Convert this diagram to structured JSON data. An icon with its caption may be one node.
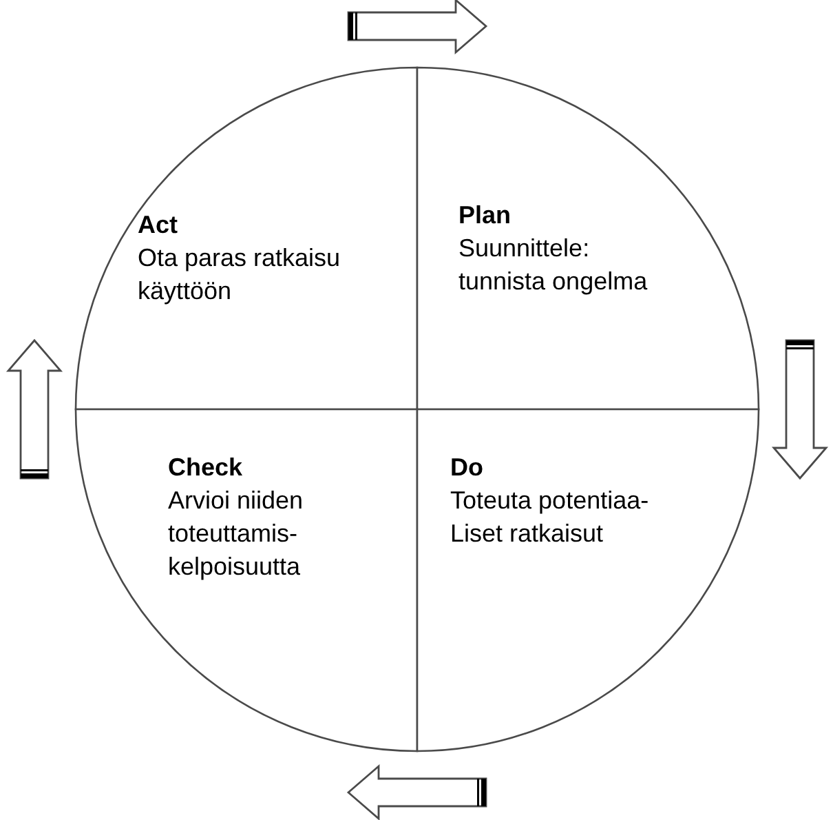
{
  "diagram": {
    "nodes": [
      {
        "text": [
          "Act",
          "Ota paras ratkaisu käyttöön"
        ]
      },
      {
        "text": [
          "Plan",
          "Suunnittele: tunnista ongelma"
        ]
      },
      {
        "text": [
          "Check",
          "Arvioi niiden toteuttamis- kelpoisuutta"
        ]
      },
      {
        "text": [
          "Do",
          "Toteuta potentiaa- Liset ratkaisut"
        ]
      }
    ],
    "edges": [
      {
        "from": 0,
        "to": 1,
        "arrow": "to"
      },
      {
        "from": 1,
        "to": 3,
        "arrow": "to"
      },
      {
        "from": 3,
        "to": 2,
        "arrow": "to"
      },
      {
        "from": 2,
        "to": 0,
        "arrow": "to"
      }
    ]
  }
}
